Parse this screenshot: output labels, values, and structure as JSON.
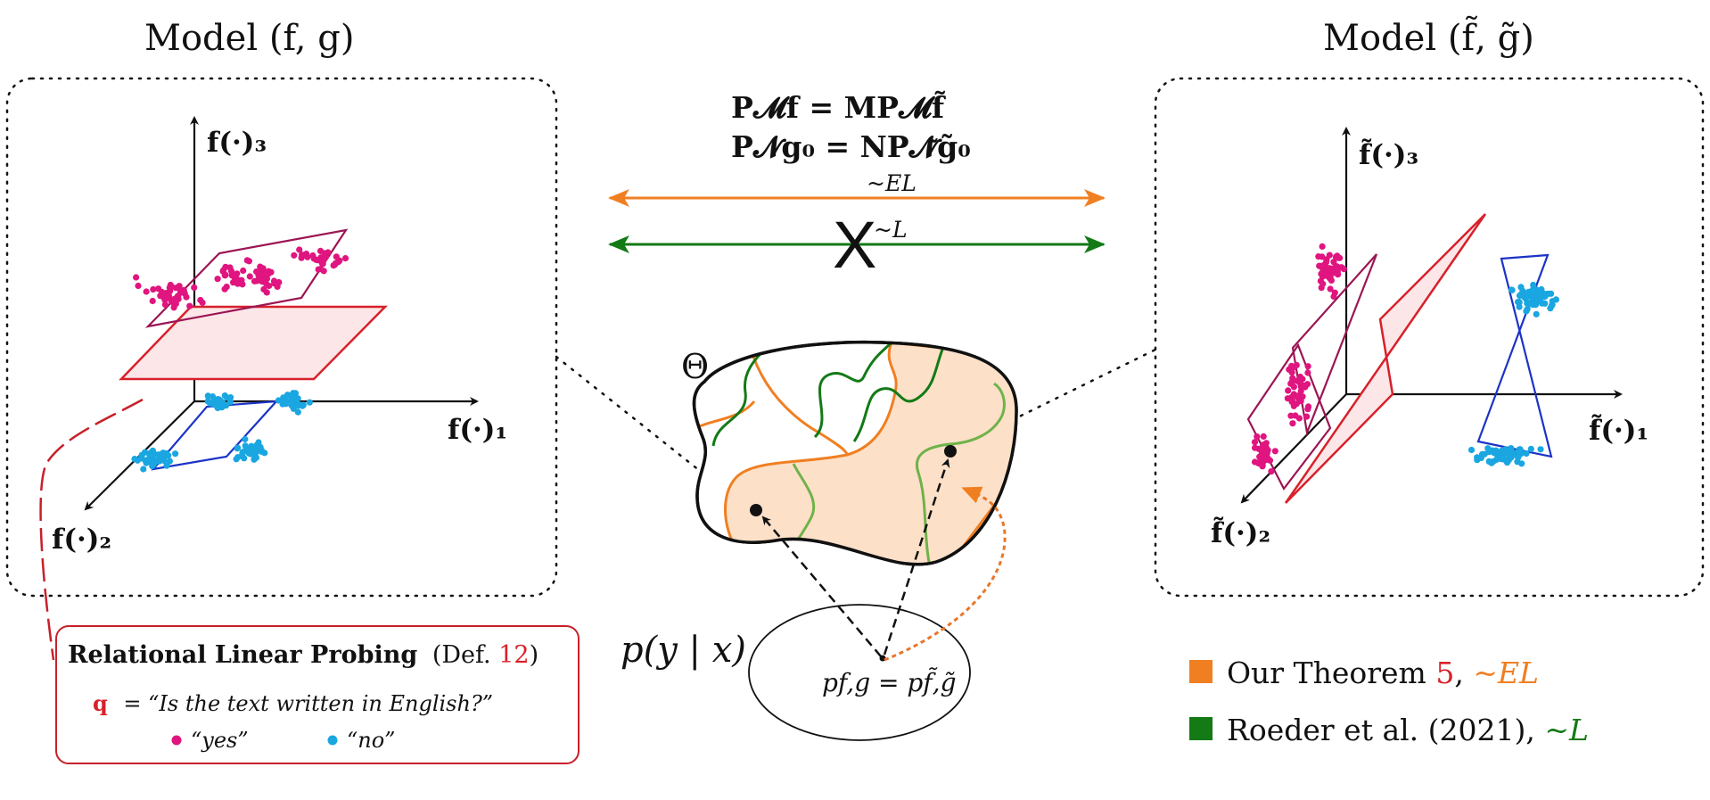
{
  "left_model": {
    "title": "Model (f, g)",
    "axes": {
      "x": "f(·)₁",
      "y": "f(·)₂",
      "z": "f(·)₃"
    }
  },
  "right_model": {
    "title": "Model (f̃, g̃)",
    "axes": {
      "x": "f̃(·)₁",
      "y": "f̃(·)₂",
      "z": "f̃(·)₃"
    }
  },
  "equations": {
    "line1": "P𝓜f  = MP𝓜f̃",
    "line2": "P𝓝g₀ = NP𝓝̃g̃₀"
  },
  "relations": {
    "el": "~EL",
    "l": "~L",
    "cross": "X"
  },
  "theta_label": "Θ",
  "likelihood": {
    "label": "p(y | x)",
    "ellipse": "pf,g = pf̃,g̃"
  },
  "probing": {
    "title": "Relational Linear Probing",
    "def_prefix": "(Def. ",
    "def_number": "12",
    "def_suffix": ")",
    "q_symbol": "q",
    "q_text": "= “Is the text written in English?”",
    "yes": "“yes”",
    "no": "“no”"
  },
  "legend": [
    {
      "prefix": "Our Theorem ",
      "ref": "5",
      "suffix": ", ",
      "rel": "~EL",
      "color": "#f07f21"
    },
    {
      "prefix": "Roeder et al. (2021), ",
      "ref": "",
      "suffix": "",
      "rel": "~L",
      "color": "#137a16"
    }
  ],
  "colors": {
    "magenta": "#e0157f",
    "cyan": "#1aa6e0",
    "plane_red": "#d8212a",
    "plane_fill": "#fce6e8",
    "blue_box": "#1b33c6",
    "purple_box": "#9b1553",
    "orange": "#f07f21",
    "green": "#137a16",
    "light_green": "#6fb24a",
    "cross_red": "#e02424",
    "theta_fill": "#fde0c8"
  }
}
